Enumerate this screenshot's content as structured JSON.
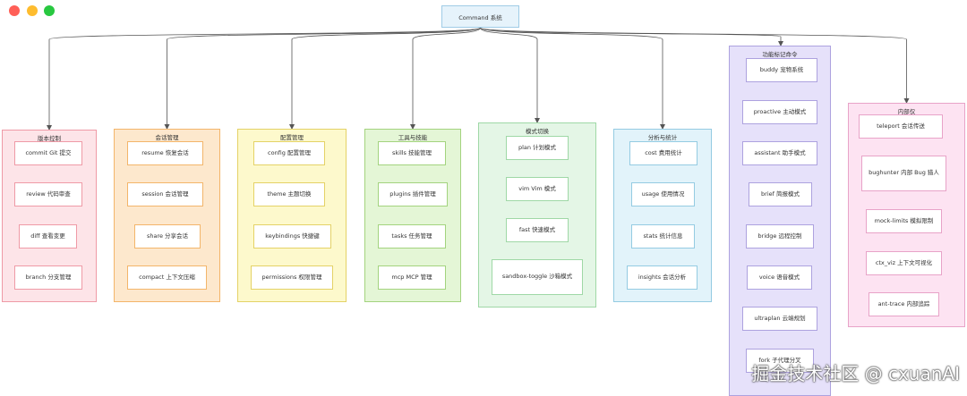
{
  "window": {
    "traffic_lights": [
      {
        "name": "close",
        "color": "#ff5f57"
      },
      {
        "name": "minimize",
        "color": "#febc2e"
      },
      {
        "name": "maximize",
        "color": "#28c840"
      }
    ]
  },
  "root": {
    "label": "Command 系统"
  },
  "groups": [
    {
      "id": "g1",
      "title": "版本控制",
      "fill": "#fde4e8",
      "stroke": "#ef9aa6",
      "items": [
        "commit Git 提交",
        "review 代码审查",
        "diff 查看变更",
        "branch 分支管理"
      ]
    },
    {
      "id": "g2",
      "title": "会话管理",
      "fill": "#fde8cd",
      "stroke": "#f3b56a",
      "items": [
        "resume 恢复会话",
        "session 会话管理",
        "share 分享会话",
        "compact 上下文压缩"
      ]
    },
    {
      "id": "g3",
      "title": "配置管理",
      "fill": "#fdf9cc",
      "stroke": "#e4d266",
      "items": [
        "config 配置管理",
        "theme 主题切换",
        "keybindings 快捷键",
        "permissions 权限管理"
      ]
    },
    {
      "id": "g4",
      "title": "工具与技能",
      "fill": "#e4f6d6",
      "stroke": "#a3d37e",
      "items": [
        "skills 技能管理",
        "plugins 插件管理",
        "tasks 任务管理",
        "mcp MCP 管理"
      ]
    },
    {
      "id": "g5",
      "title": "模式切换",
      "fill": "#e4f6e6",
      "stroke": "#9fd8a6",
      "items": [
        "plan 计划模式",
        "vim Vim 模式",
        "fast 快速模式",
        "sandbox-toggle 沙箱模式"
      ]
    },
    {
      "id": "g6",
      "title": "分析与统计",
      "fill": "#e2f3fa",
      "stroke": "#94cbe2",
      "items": [
        "cost 费用统计",
        "usage 使用情况",
        "stats 统计信息",
        "insights 会话分析"
      ]
    },
    {
      "id": "g7",
      "title": "功能标记命令",
      "fill": "#e6e1fa",
      "stroke": "#ada2df",
      "items": [
        "buddy 宠物系统",
        "proactive 主动模式",
        "assistant 助手模式",
        "brief 简报模式",
        "bridge 远程控制",
        "voice 语音模式",
        "ultraplan 云端规划",
        "fork 子代理分叉"
      ]
    },
    {
      "id": "g8",
      "title": "内部仅",
      "fill": "#fde3f2",
      "stroke": "#e8a3c8",
      "items": [
        "teleport 会话传送",
        "bughunter 内部 Bug 猎人",
        "mock-limits 模拟限制",
        "ctx_viz 上下文可视化",
        "ant-trace 内部追踪"
      ]
    }
  ],
  "watermark": "掘金技术社区 @ cxuanAI"
}
